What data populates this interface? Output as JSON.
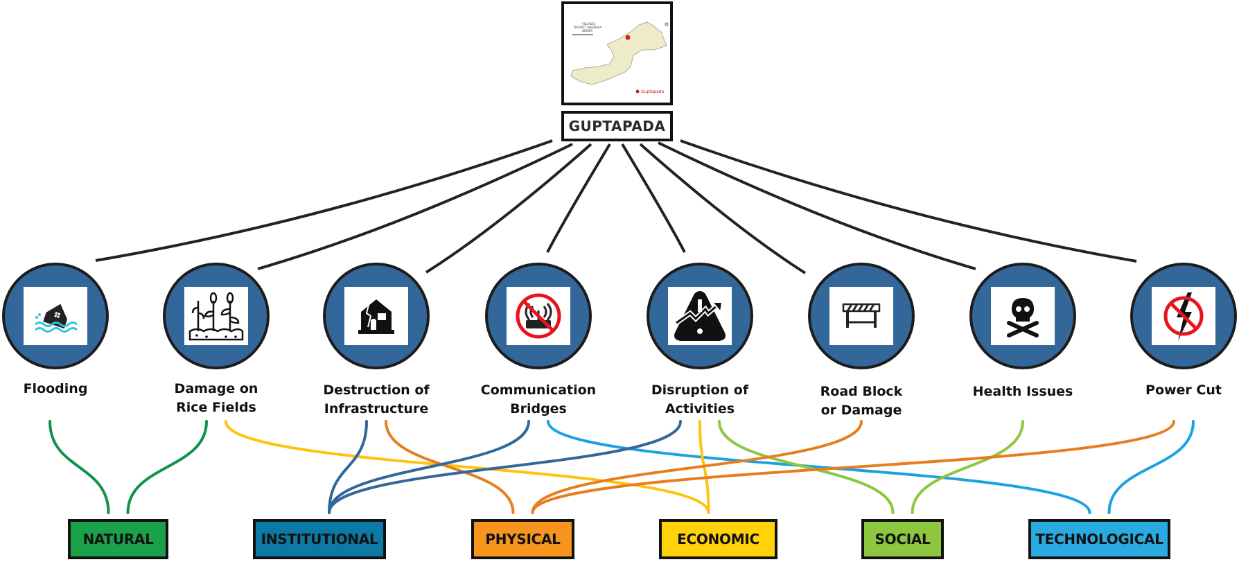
{
  "root": {
    "title": "GUPTAPADA",
    "map": {
      "heading_lines": [
        "VILLAGES",
        "DISTRICT KHORDHA",
        "ORISSA"
      ],
      "legend_label": "Guptapada",
      "marker_color": "#cc2222"
    }
  },
  "impacts": [
    {
      "id": "flooding",
      "lines": [
        "Flooding"
      ],
      "icon": "flooded-house-icon",
      "categories": [
        "natural"
      ]
    },
    {
      "id": "rice",
      "lines": [
        "Damage on",
        "Rice Fields"
      ],
      "icon": "crops-icon",
      "categories": [
        "natural",
        "economic"
      ]
    },
    {
      "id": "infra",
      "lines": [
        "Destruction of",
        "Infrastructure"
      ],
      "icon": "damaged-building-icon",
      "categories": [
        "institutional",
        "physical"
      ]
    },
    {
      "id": "comm",
      "lines": [
        "Communication",
        "Bridges"
      ],
      "icon": "no-signal-icon",
      "categories": [
        "institutional",
        "technological"
      ]
    },
    {
      "id": "disrupt",
      "lines": [
        "Disruption of",
        "Activities"
      ],
      "icon": "warning-zigzag-icon",
      "categories": [
        "institutional",
        "economic",
        "social"
      ]
    },
    {
      "id": "road",
      "lines": [
        "Road Block",
        "or Damage"
      ],
      "icon": "barrier-icon",
      "categories": [
        "physical"
      ]
    },
    {
      "id": "health",
      "lines": [
        "Health Issues"
      ],
      "icon": "skull-crossbones-icon",
      "categories": [
        "social"
      ]
    },
    {
      "id": "power",
      "lines": [
        "Power Cut"
      ],
      "icon": "no-power-icon",
      "categories": [
        "physical",
        "technological"
      ]
    }
  ],
  "categories": {
    "natural": {
      "label": "NATURAL",
      "color": "#1aa24a",
      "line": "#11914a"
    },
    "institutional": {
      "label": "INSTITUTIONAL",
      "color": "#0b7aa6",
      "line": "#336699"
    },
    "physical": {
      "label": "PHYSICAL",
      "color": "#f7941d",
      "line": "#e87d1e"
    },
    "economic": {
      "label": "ECONOMIC",
      "color": "#ffd20a",
      "line": "#ffc20e"
    },
    "social": {
      "label": "SOCIAL",
      "color": "#8dc63f",
      "line": "#8dc63f"
    },
    "technological": {
      "label": "TECHNOLOGICAL",
      "color": "#29abe2",
      "line": "#1ba1e2"
    }
  },
  "category_order": [
    "natural",
    "institutional",
    "physical",
    "economic",
    "social",
    "technological"
  ],
  "colors": {
    "node_fill": "#336699",
    "node_border": "#1c1c1c",
    "connector": "#222222"
  }
}
